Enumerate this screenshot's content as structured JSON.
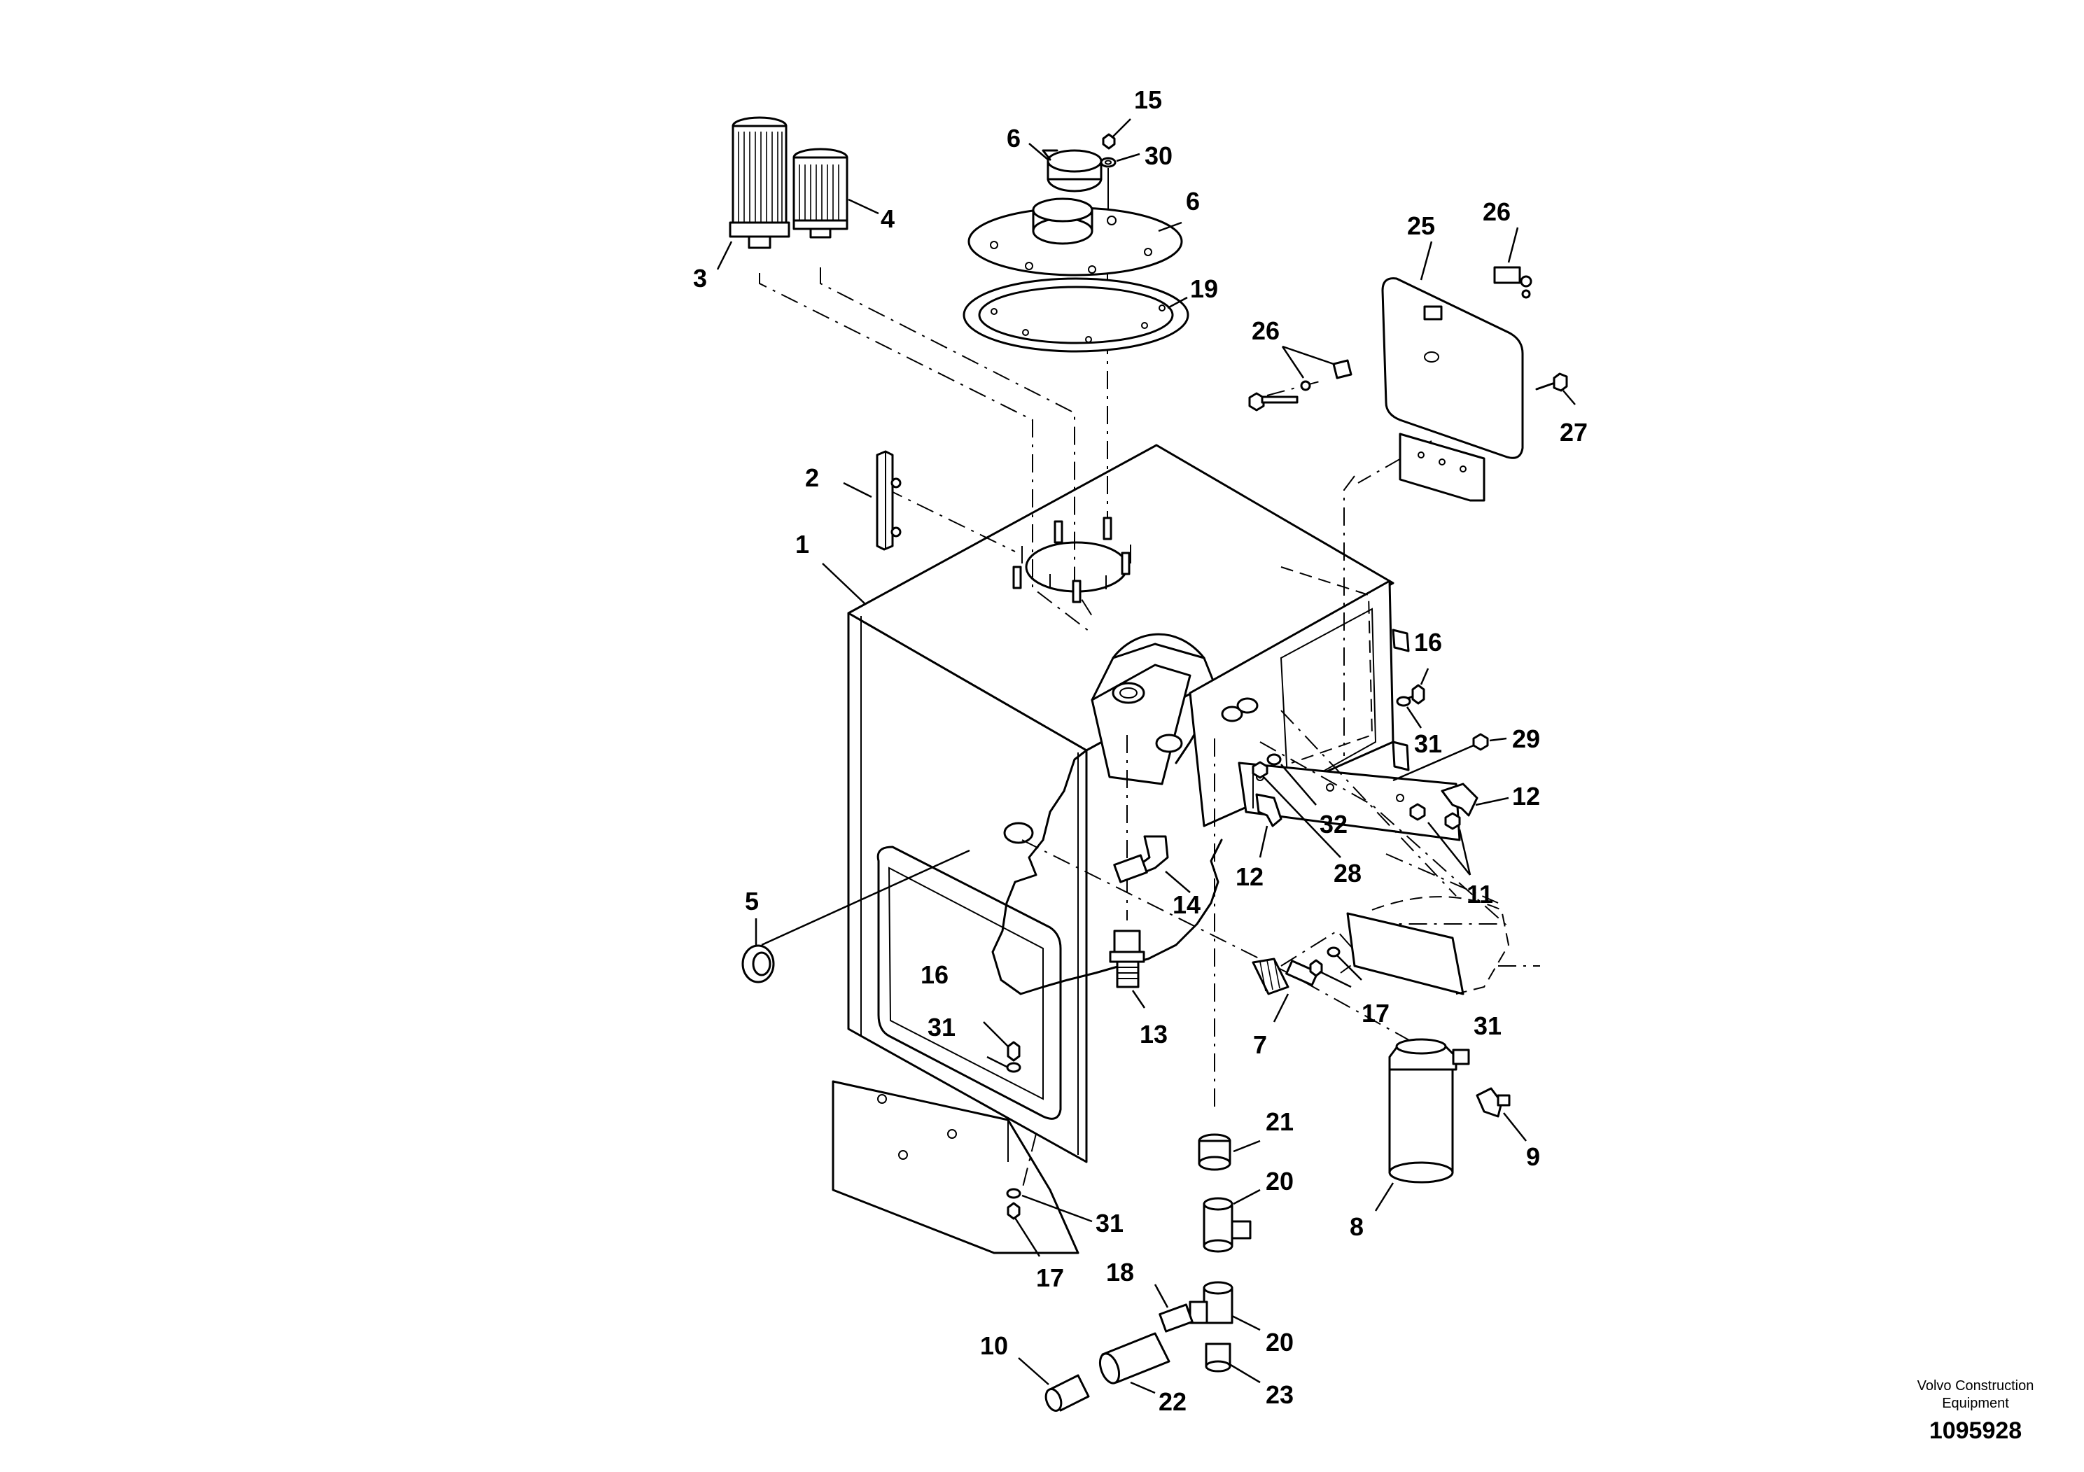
{
  "callouts": [
    {
      "id": "c1",
      "text": "1"
    },
    {
      "id": "c2",
      "text": "2"
    },
    {
      "id": "c3",
      "text": "3"
    },
    {
      "id": "c4",
      "text": "4"
    },
    {
      "id": "c5",
      "text": "5"
    },
    {
      "id": "c6a",
      "text": "6"
    },
    {
      "id": "c6b",
      "text": "6"
    },
    {
      "id": "c7",
      "text": "7"
    },
    {
      "id": "c8",
      "text": "8"
    },
    {
      "id": "c9",
      "text": "9"
    },
    {
      "id": "c10",
      "text": "10"
    },
    {
      "id": "c11",
      "text": "11"
    },
    {
      "id": "c12a",
      "text": "12"
    },
    {
      "id": "c12b",
      "text": "12"
    },
    {
      "id": "c13",
      "text": "13"
    },
    {
      "id": "c14",
      "text": "14"
    },
    {
      "id": "c15",
      "text": "15"
    },
    {
      "id": "c16a",
      "text": "16"
    },
    {
      "id": "c16b",
      "text": "16"
    },
    {
      "id": "c17a",
      "text": "17"
    },
    {
      "id": "c17b",
      "text": "17"
    },
    {
      "id": "c18",
      "text": "18"
    },
    {
      "id": "c19",
      "text": "19"
    },
    {
      "id": "c20a",
      "text": "20"
    },
    {
      "id": "c20b",
      "text": "20"
    },
    {
      "id": "c21",
      "text": "21"
    },
    {
      "id": "c22",
      "text": "22"
    },
    {
      "id": "c23",
      "text": "23"
    },
    {
      "id": "c25",
      "text": "25"
    },
    {
      "id": "c26a",
      "text": "26"
    },
    {
      "id": "c26b",
      "text": "26"
    },
    {
      "id": "c27",
      "text": "27"
    },
    {
      "id": "c28",
      "text": "28"
    },
    {
      "id": "c29",
      "text": "29"
    },
    {
      "id": "c30",
      "text": "30"
    },
    {
      "id": "c31a",
      "text": "31"
    },
    {
      "id": "c31b",
      "text": "31"
    },
    {
      "id": "c31c",
      "text": "31"
    },
    {
      "id": "c31d",
      "text": "31"
    },
    {
      "id": "c32",
      "text": "32"
    }
  ],
  "brand": {
    "line1": "Volvo Construction",
    "line2": "Equipment"
  },
  "document_number": "1095928"
}
